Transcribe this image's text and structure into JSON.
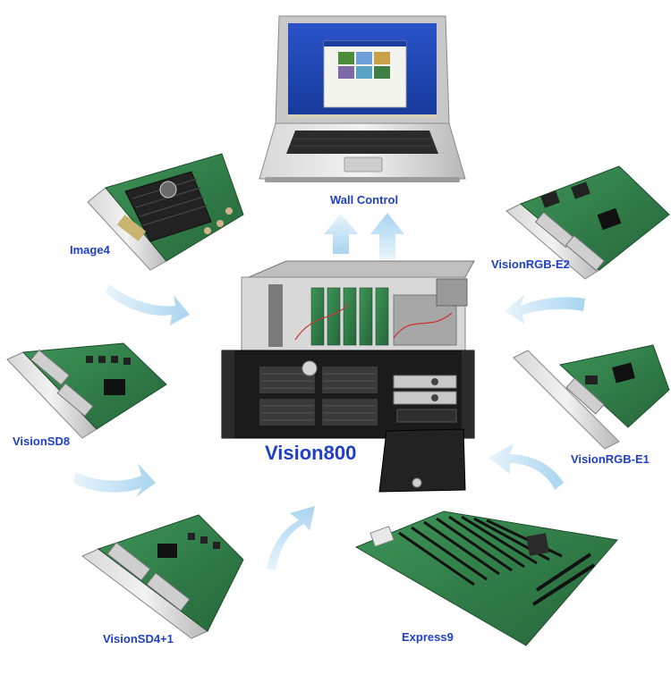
{
  "center": {
    "label": "Vision800"
  },
  "top": {
    "label": "Wall Control"
  },
  "cards": [
    {
      "id": "image4",
      "label": "Image4"
    },
    {
      "id": "visionsd8",
      "label": "VisionSD8"
    },
    {
      "id": "visionsd4plus1",
      "label": "VisionSD4+1"
    },
    {
      "id": "express9",
      "label": "Express9"
    },
    {
      "id": "visionrgb-e2",
      "label": "VisionRGB-E2"
    },
    {
      "id": "visionrgb-e1",
      "label": "VisionRGB-E1"
    }
  ],
  "colors": {
    "label_text": "#1f3fc6",
    "arrow": "#b9dcf3",
    "pcb_green": "#2f7d45",
    "chassis_black": "#1b1b1b"
  }
}
